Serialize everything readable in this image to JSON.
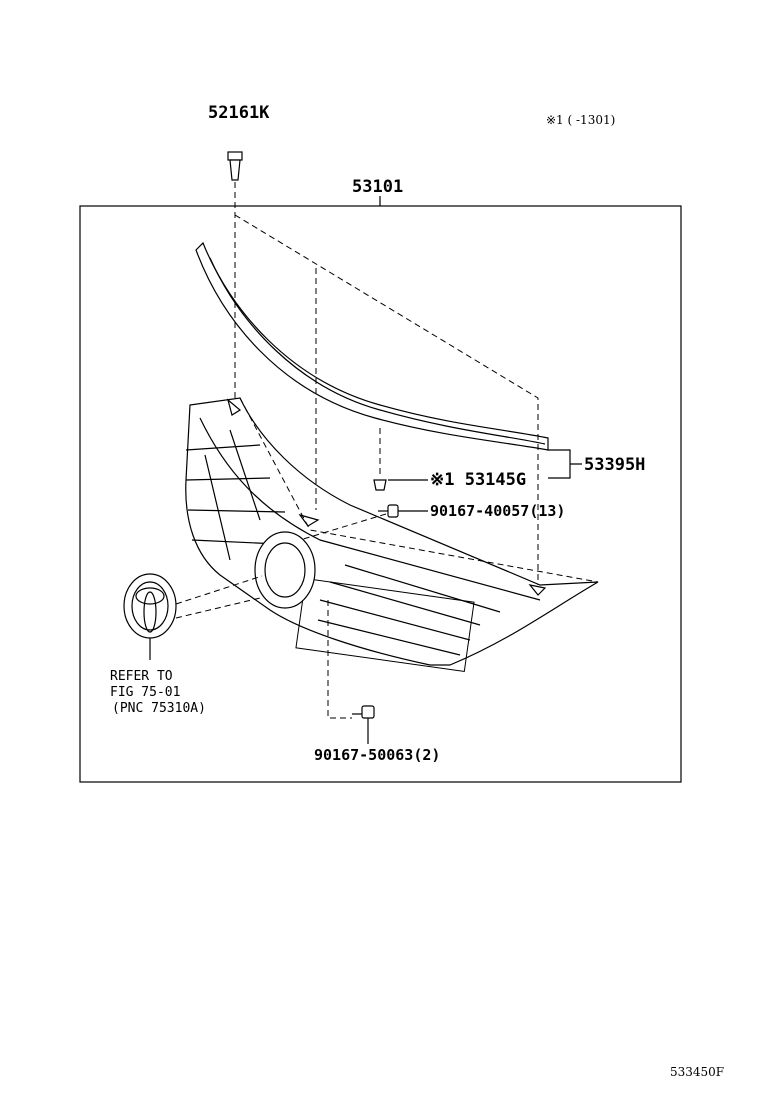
{
  "labels": {
    "clip_top": "52161K",
    "note_top": "※1 (      -1301)",
    "grille_assy": "53101",
    "molding": "53395H",
    "clip_mid": "※1 53145G",
    "screw_a": "90167-40057(13)",
    "screw_b": "90167-50063(2)",
    "refer_line1": "REFER TO",
    "refer_line2": "FIG 75-01",
    "refer_line3": "(PNC 75310A)",
    "figure_code": "533450F"
  }
}
